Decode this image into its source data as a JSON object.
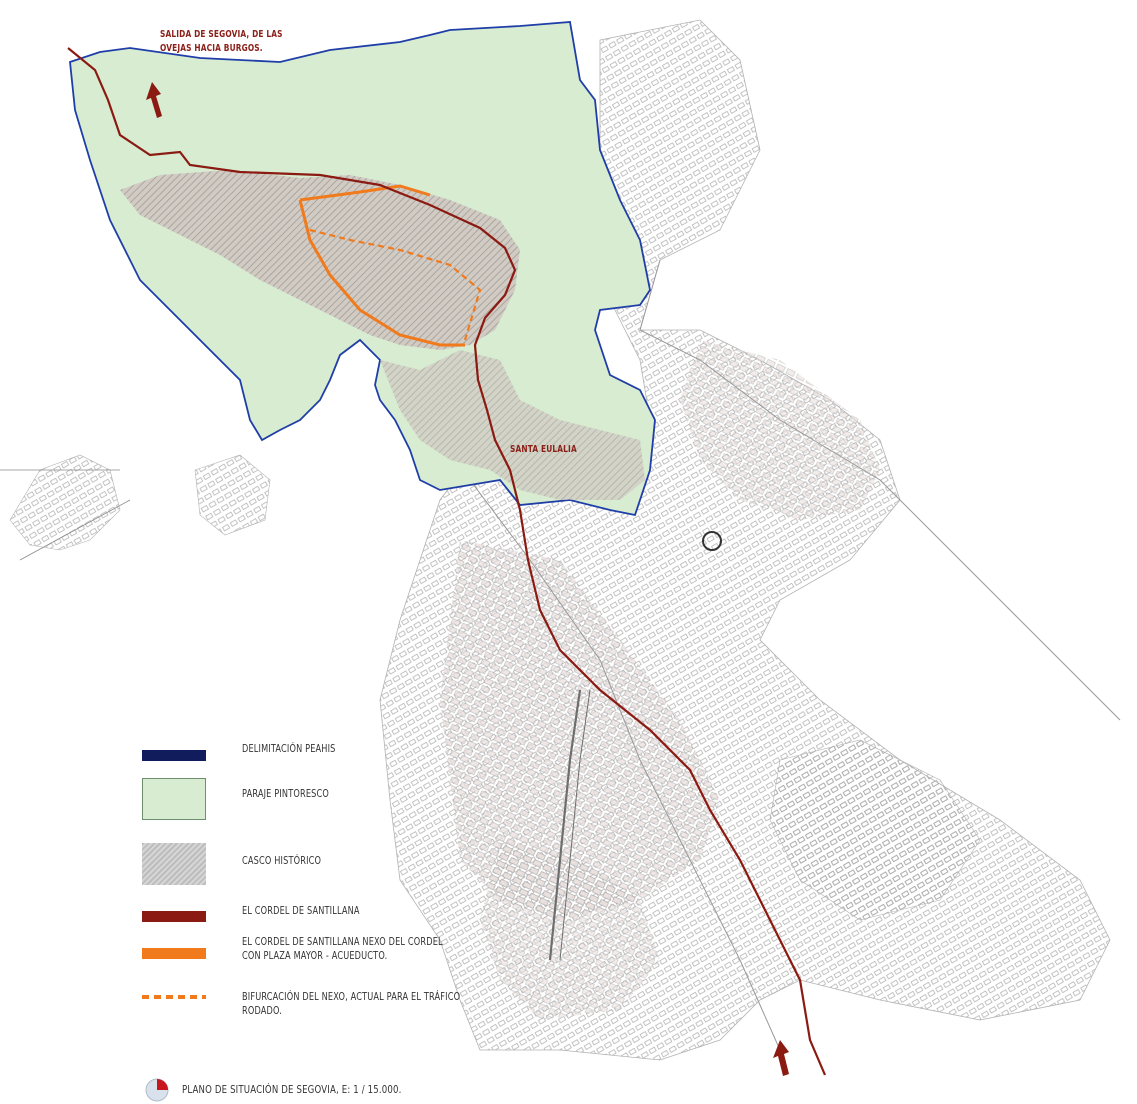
{
  "map": {
    "annotations": {
      "top_note_line1": "SALIDA DE  SEGOVIA, DE LAS",
      "top_note_line2": "OVEJAS HACIA BURGOS.",
      "santa_eulalia": "SANTA EULALIA"
    },
    "legend": {
      "peahis": "DELIMITACIÓN PEAHIS",
      "paraje": "PARAJE PINTORESCO",
      "casco": "CASCO HISTÓRICO",
      "cordel": "EL CORDEL DE SANTILLANA",
      "nexo_line1": "EL CORDEL DE SANTILLANA NEXO DEL CORDEL",
      "nexo_line2": "CON PLAZA MAYOR - ACUEDUCTO.",
      "bifurcacion_line1": "BIFURCACIÓN DEL NEXO, ACTUAL PARA EL TRÁFICO",
      "bifurcacion_line2": "RODADO."
    },
    "scale_caption": "PLANO DE SITUACIÓN DE SEGOVIA, E: 1 / 15.000.",
    "icons": [
      "north-arrow-icon",
      "route-arrow-icon",
      "scale-pie-icon"
    ],
    "colors": {
      "peahis": "#1f3ea8",
      "peahis_legend": "#101c5c",
      "paraje": "#d7ecd0",
      "paraje_border": "#6d8f6d",
      "cordel": "#8b1a12",
      "nexo": "#f07a1c",
      "casco_hatch": "#c8c8c8",
      "urban_lines": "#8c8c8c",
      "urban_blocks": "#c9b7b5"
    }
  }
}
